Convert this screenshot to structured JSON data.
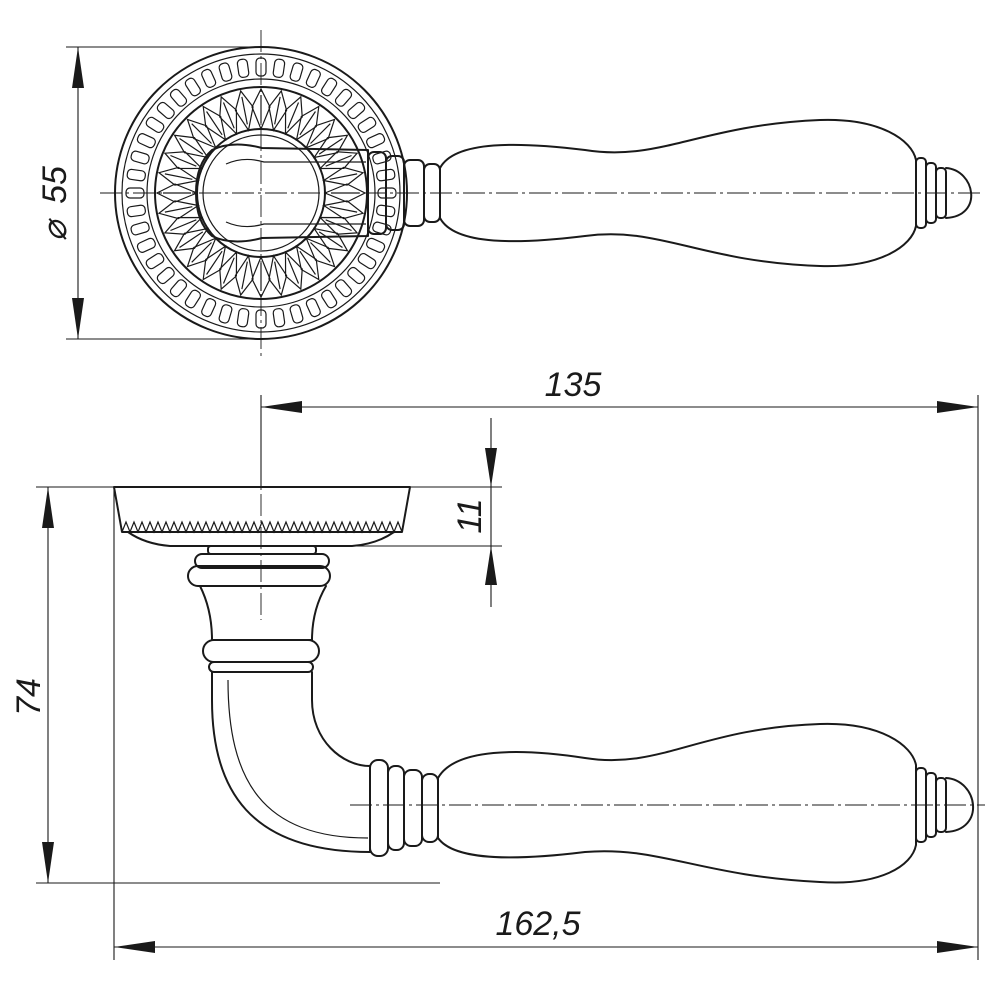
{
  "dimensions": {
    "rosette_diameter": "55",
    "diameter_symbol": "⌀",
    "lever_length_from_axis": "135",
    "rosette_height": "11",
    "total_height": "74",
    "total_length": "162,5"
  }
}
